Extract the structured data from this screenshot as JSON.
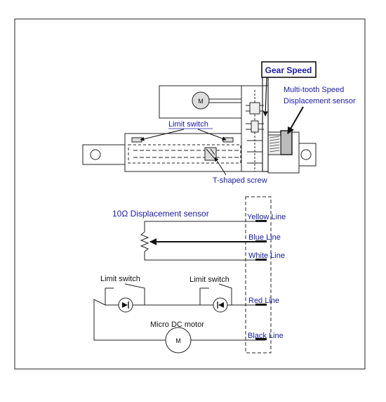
{
  "labels": {
    "gear_speed": "Gear Speed",
    "multi_tooth_line1": "Multi-tooth Speed",
    "multi_tooth_line2": "Displacement sensor",
    "limit_switch_top": "Limit switch",
    "t_shaped_screw": "T-shaped screw",
    "motor_letter": "M",
    "displacement_sensor": "10Ω  Displacement sensor",
    "limit_switch_left": "Limit switch",
    "limit_switch_right": "Limit switch",
    "micro_dc_motor": "Micro DC motor",
    "motor_symbol": "M"
  },
  "wires": {
    "yellow": "Yellow Line",
    "blue": "Blue Line",
    "white": "White Line",
    "red": "Red Line",
    "black": "Black Line"
  },
  "colors": {
    "label_blue": "#1a1aa8",
    "frame": "#222222",
    "background": "#ffffff"
  }
}
